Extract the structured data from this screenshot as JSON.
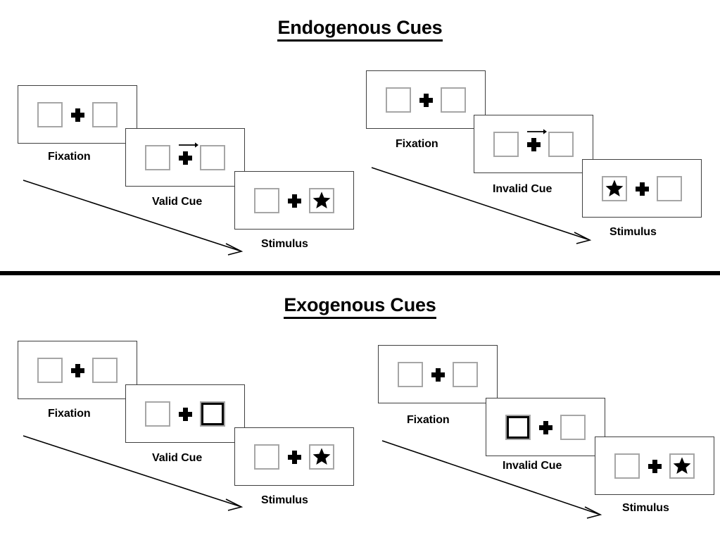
{
  "figure": {
    "title_top": "Endogenous Cues",
    "title_bottom": "Exogenous Cues"
  },
  "sections": [
    {
      "id": "endogenous",
      "title": "Endogenous Cues",
      "conditions": [
        {
          "id": "endogenous-valid",
          "frames": [
            {
              "label": "Fixation",
              "cue": "none",
              "left_box": "empty",
              "right_box": "empty"
            },
            {
              "label": "Valid Cue",
              "cue": "arrow-right",
              "left_box": "empty",
              "right_box": "empty"
            },
            {
              "label": "Stimulus",
              "cue": "none",
              "left_box": "empty",
              "right_box": "star"
            }
          ]
        },
        {
          "id": "endogenous-invalid",
          "frames": [
            {
              "label": "Fixation",
              "cue": "none",
              "left_box": "empty",
              "right_box": "empty"
            },
            {
              "label": "Invalid Cue",
              "cue": "arrow-right",
              "left_box": "empty",
              "right_box": "empty"
            },
            {
              "label": "Stimulus",
              "cue": "none",
              "left_box": "star",
              "right_box": "empty"
            }
          ]
        }
      ]
    },
    {
      "id": "exogenous",
      "title": "Exogenous Cues",
      "conditions": [
        {
          "id": "exogenous-valid",
          "frames": [
            {
              "label": "Fixation",
              "cue": "none",
              "left_box": "empty",
              "right_box": "empty"
            },
            {
              "label": "Valid Cue",
              "cue": "none",
              "left_box": "empty",
              "right_box": "highlight"
            },
            {
              "label": "Stimulus",
              "cue": "none",
              "left_box": "empty",
              "right_box": "star"
            }
          ]
        },
        {
          "id": "exogenous-invalid",
          "frames": [
            {
              "label": "Fixation",
              "cue": "none",
              "left_box": "empty",
              "right_box": "empty"
            },
            {
              "label": "Invalid Cue",
              "cue": "none",
              "left_box": "highlight",
              "right_box": "empty"
            },
            {
              "label": "Stimulus",
              "cue": "none",
              "left_box": "empty",
              "right_box": "star"
            }
          ]
        }
      ]
    }
  ],
  "labels": {
    "fixation": "Fixation",
    "valid_cue": "Valid Cue",
    "invalid_cue": "Invalid Cue",
    "stimulus": "Stimulus"
  },
  "colors": {
    "background": "#ffffff",
    "ink": "#000000",
    "panel_border": "#3f3f3f",
    "box_border": "#a6a6a6",
    "cue_highlight": "#000000"
  },
  "icons": {
    "fixation_cross": "plus-icon",
    "target": "star-icon",
    "cue": "arrow-right-icon",
    "flow": "time-flow-arrow-icon"
  }
}
